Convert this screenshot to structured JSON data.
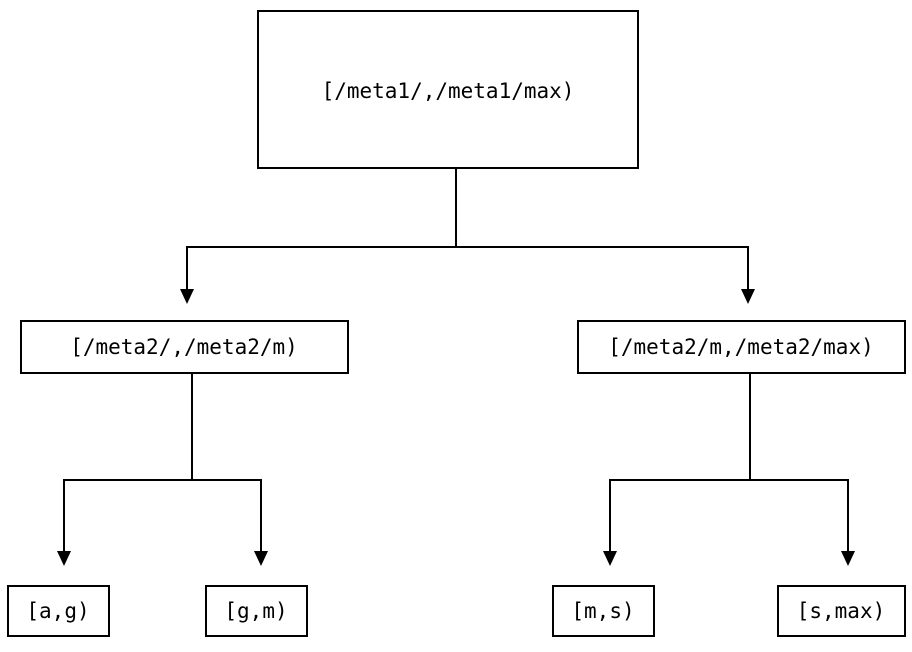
{
  "diagram": {
    "type": "tree",
    "title": "",
    "background_color": "#ffffff",
    "line_color": "#000000",
    "text_color": "#000000",
    "nodes": {
      "root": {
        "label": "[/meta1/,/meta1/max)"
      },
      "mid_left": {
        "label": "[/meta2/,/meta2/m)"
      },
      "mid_right": {
        "label": "[/meta2/m,/meta2/max)"
      },
      "leaf_1": {
        "label": "[a,g)"
      },
      "leaf_2": {
        "label": "[g,m)"
      },
      "leaf_3": {
        "label": "[m,s)"
      },
      "leaf_4": {
        "label": "[s,max)"
      }
    },
    "edges": [
      {
        "from": "root",
        "to": "mid_left",
        "arrow": "filled-triangle-down"
      },
      {
        "from": "root",
        "to": "mid_right",
        "arrow": "filled-triangle-down"
      },
      {
        "from": "mid_left",
        "to": "leaf_1",
        "arrow": "filled-triangle-down"
      },
      {
        "from": "mid_left",
        "to": "leaf_2",
        "arrow": "filled-triangle-down"
      },
      {
        "from": "mid_right",
        "to": "leaf_3",
        "arrow": "filled-triangle-down"
      },
      {
        "from": "mid_right",
        "to": "leaf_4",
        "arrow": "filled-triangle-down"
      }
    ]
  }
}
